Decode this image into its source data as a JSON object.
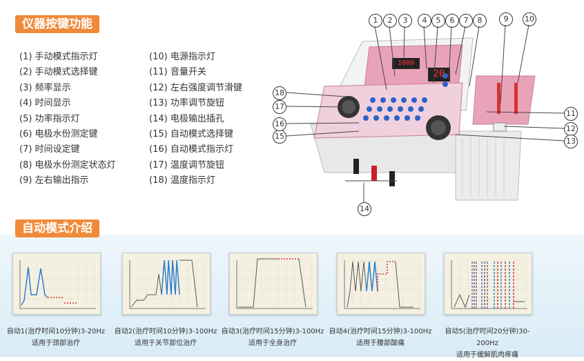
{
  "sections": {
    "functions_title": "仪器按键功能",
    "auto_title": "自动模式介绍"
  },
  "functions_left": [
    "(1) 手动模式指示灯",
    "(2) 手动模式选择键",
    "(3) 频率显示",
    "(4) 时间显示",
    "(5) 功率指示灯",
    "(6) 电极水份测定键",
    "(7) 时间设定键",
    "(8) 电极水份测定状态灯",
    "(9) 左右输出指示"
  ],
  "functions_right": [
    "(10) 电源指示灯",
    "(11) 音量开关",
    "(12) 左右强度调节滑键",
    "(13) 功率调节旋钮",
    "(14) 电极输出插孔",
    "(15) 自动模式选择键",
    "(16) 自动模式指示灯",
    "(17) 温度调节旋钮",
    "(18) 温度指示灯"
  ],
  "device": {
    "freq_display": "1000",
    "time_display": "20",
    "callouts": [
      "1",
      "2",
      "3",
      "4",
      "5",
      "6",
      "7",
      "8",
      "9",
      "10",
      "11",
      "12",
      "13",
      "14",
      "15",
      "16",
      "17",
      "18"
    ]
  },
  "auto_modes": [
    {
      "line1": "自动1(治疗时间10分钟)3-20Hz",
      "line2": "适用于颈部治疗"
    },
    {
      "line1": "自动2(治疗时间10分钟)3-100Hz",
      "line2": "适用于关节部位治疗"
    },
    {
      "line1": "自动3(治疗时间15分钟)3-100Hz",
      "line2": "适用于全身治疗"
    },
    {
      "line1": "自动4(治疗时间15分钟)3-100Hz",
      "line2": "适用于腰部酸痛"
    },
    {
      "line1": "自动5(治疗时间20分钟)30-200Hz",
      "line2": "适用于缓解肌肉疼痛"
    }
  ],
  "colors": {
    "accent": "#f08a3a",
    "device_pink": "#e9a3b8",
    "curve_blue": "#2b7fd0",
    "curve_red": "#d93030"
  }
}
